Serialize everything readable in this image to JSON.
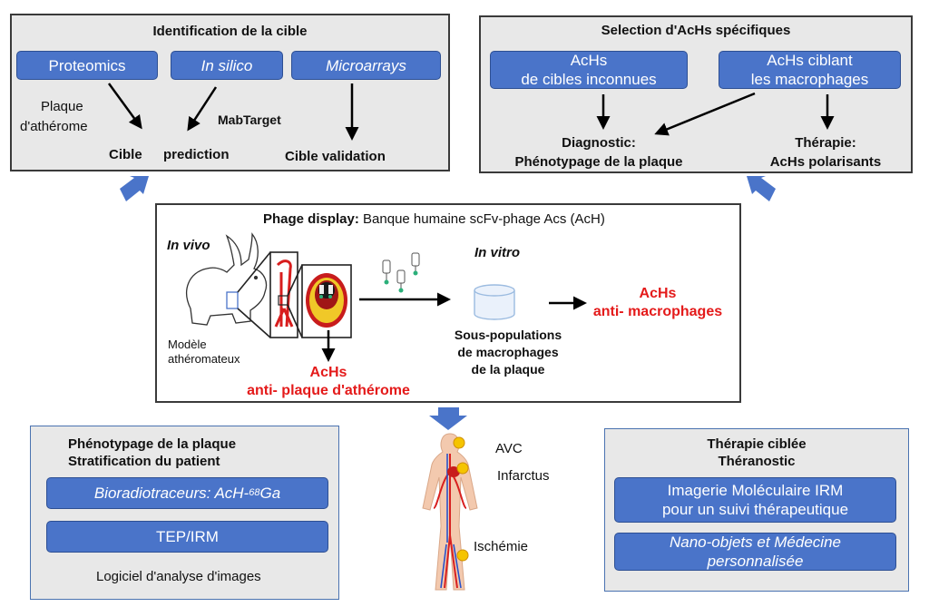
{
  "target": {
    "title": "Identification de la cible",
    "btn_proteomics": "Proteomics",
    "btn_insilico": "In silico",
    "btn_microarrays": "Microarrays",
    "plaque_line1": "Plaque",
    "plaque_line2": "d'athérome",
    "mabtarget": "MabTarget",
    "cible": "Cible",
    "prediction": "prediction",
    "cible_validation": "Cible validation"
  },
  "selection": {
    "title": "Selection d'AcHs spécifiques",
    "btn_unknown_l1": "AcHs",
    "btn_unknown_l2": "de cibles inconnues",
    "btn_macro_l1": "AcHs ciblant",
    "btn_macro_l2": "les macrophages",
    "diag_l1": "Diagnostic:",
    "diag_l2": "Phénotypage de la plaque",
    "ther_l1": "Thérapie:",
    "ther_l2": "AcHs polarisants"
  },
  "phage": {
    "title_bold": "Phage display:",
    "title_rest": " Banque humaine scFv-phage Acs (AcH)",
    "in_vivo": "In vivo",
    "in_vitro": "In vitro",
    "model_l1": "Modèle",
    "model_l2": "athéromateux",
    "achs_plaque_l1": "AcHs",
    "achs_plaque_l2": "anti- plaque d'athérome",
    "subpop_l1": "Sous-populations",
    "subpop_l2": "de macrophages",
    "subpop_l3": "de la plaque",
    "achs_macro_l1": "AcHs",
    "achs_macro_l2": "anti- macrophages"
  },
  "pheno": {
    "title_l1": "Phénotypage de la plaque",
    "title_l2": "Stratification du patient",
    "btn_bio_pre": "Bioradiotraceurs: AcH-",
    "btn_bio_sup": "68",
    "btn_bio_post": " Ga",
    "btn_tep": "TEP/IRM",
    "software": "Logiciel d'analyse d'images"
  },
  "body": {
    "avc": "AVC",
    "infarctus": "Infarctus",
    "ischemie": "Ischémie"
  },
  "therapy": {
    "title_l1": "Thérapie ciblée",
    "title_l2": "Théranostic",
    "btn_irm_l1": "Imagerie Moléculaire IRM",
    "btn_irm_l2": "pour un suivi thérapeutique",
    "btn_nano_l1": "Nano-objets et Médecine",
    "btn_nano_l2": "personnalisée"
  },
  "colors": {
    "button_blue": "#4a74c9",
    "panel_gray": "#e8e8e8",
    "highlight_red": "#e41a1a"
  }
}
